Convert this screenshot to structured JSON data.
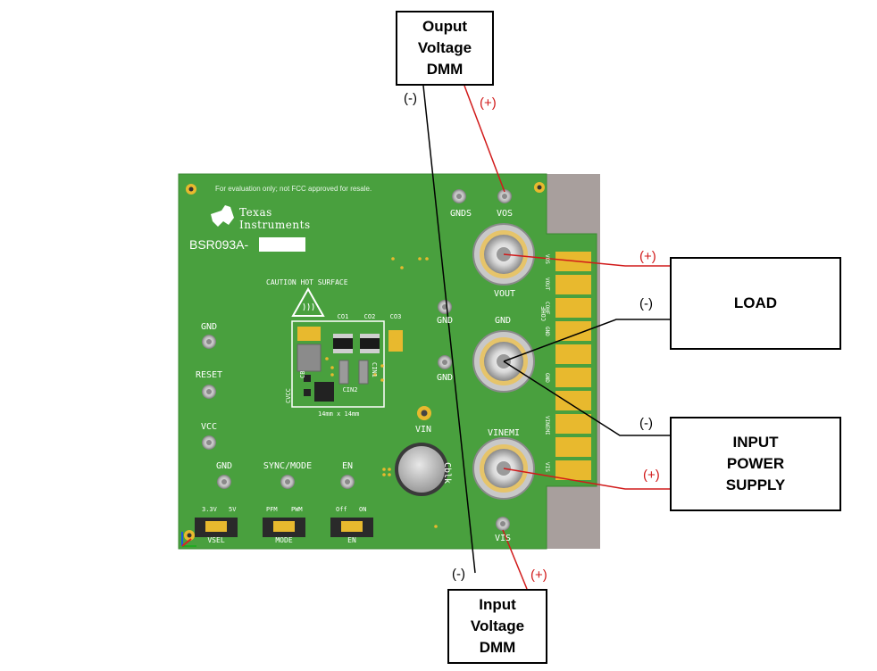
{
  "boxes": {
    "output_dmm": [
      "Ouput",
      "Voltage",
      "DMM"
    ],
    "input_dmm": [
      "Input",
      "Voltage",
      "DMM"
    ],
    "load": [
      "LOAD"
    ],
    "input_supply": [
      "INPUT",
      "POWER",
      "SUPPLY"
    ]
  },
  "polarity": {
    "neg": "(-)",
    "pos": "(+)"
  },
  "board": {
    "fcc_note": "For evaluation only; not FCC approved for resale.",
    "brand_line1": "Texas",
    "brand_line2": "Instruments",
    "model": "BSR093A-",
    "caution": "CAUTION HOT SURFACE",
    "ic_size": "14mm x 14mm",
    "labels": {
      "gnds": "GNDS",
      "vos": "VOS",
      "vout": "VOUT",
      "gnd": "GND",
      "vinemi": "VINEMI",
      "vis": "VIS",
      "vin": "VIN",
      "cblk": "Cblk",
      "reset": "RESET",
      "vcc": "VCC",
      "sync": "SYNC/MODE",
      "en": "EN",
      "co1": "CO1",
      "co2": "CO2",
      "co3": "CO3",
      "cin1": "CIN1",
      "cin2": "CIN2",
      "cb": "CB",
      "cvcc": "CVCC",
      "cohf": "COHF"
    },
    "jumpers": {
      "vsel": {
        "label": "VSEL",
        "left": "3.3V",
        "right": "5V"
      },
      "mode": {
        "label": "MODE",
        "left": "PFM",
        "right": "PWM"
      },
      "en": {
        "label": "EN",
        "left": "Off",
        "right": "ON"
      }
    },
    "edge_labels": [
      "VOS",
      "VOUT",
      "COHF",
      "GND",
      "GND",
      "VINEMI",
      "VIS"
    ]
  },
  "colors": {
    "pcb": "#49a03e",
    "pad_gold": "#e8b92e",
    "positive_wire": "#d11a1a",
    "negative_wire": "#000000"
  }
}
